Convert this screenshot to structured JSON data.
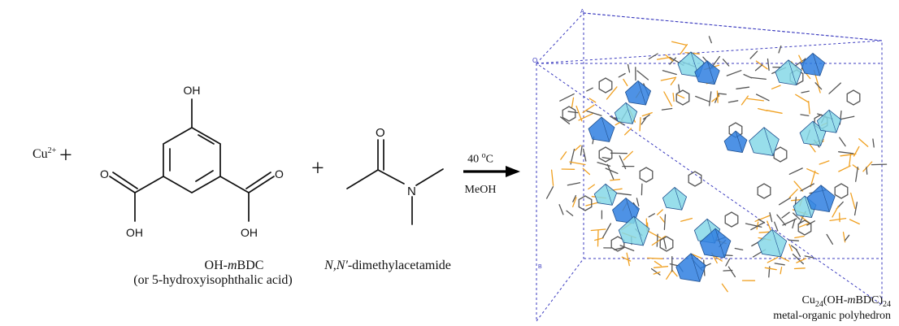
{
  "reactants": {
    "copper_ion": {
      "symbol": "Cu",
      "charge": "2+"
    },
    "plus": "+",
    "linker": {
      "name_prefix": "OH-",
      "name_italic": "m",
      "name_suffix": "BDC",
      "alt_name": "(or 5-hydroxyisophthalic acid)",
      "atom_labels": {
        "oh_top": "OH",
        "o_left": "O",
        "oh_left": "OH",
        "o_right": "O",
        "oh_right": "OH"
      }
    },
    "solvent": {
      "name_italic": "N,N'",
      "name_rest": "-dimethylacetamide",
      "atom_labels": {
        "o": "O",
        "n": "N"
      }
    }
  },
  "conditions": {
    "temperature_value": "40 ",
    "temperature_unit_sup": "o",
    "temperature_unit": "C",
    "solvent": "MeOH"
  },
  "product": {
    "formula_a": "Cu",
    "formula_a_sub": "24",
    "formula_b": "(OH-",
    "formula_b_italic": "m",
    "formula_c": "BDC)",
    "formula_c_sub": "24",
    "description": "metal-organic polyhedron",
    "axis_labels": {
      "a": "A",
      "o": "O",
      "b": "B"
    },
    "colors": {
      "cell_edge": "#3b3bbf",
      "oxygen_bond": "#f0a020",
      "carbon_bond": "#555555",
      "cu_light": "#86d8e8",
      "cu_dark": "#2f7fe0"
    }
  }
}
